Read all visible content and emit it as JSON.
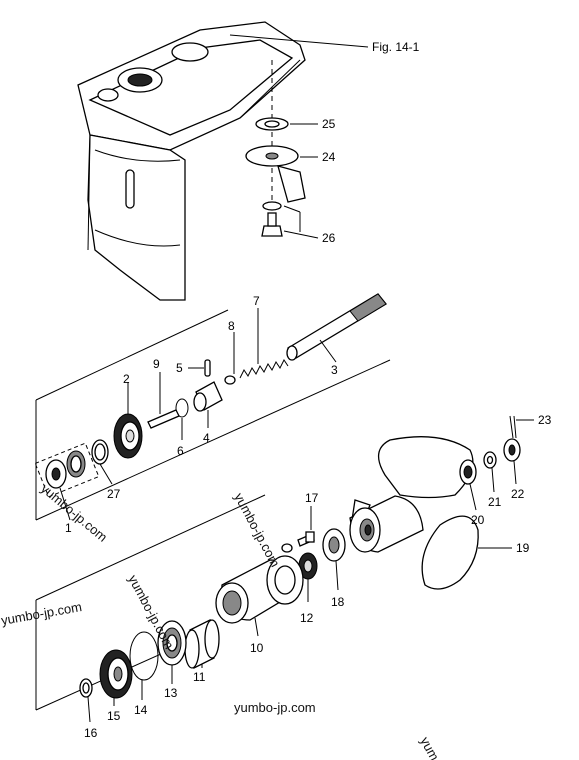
{
  "figure_ref": "Fig. 14-1",
  "callouts": {
    "c1": "1",
    "c2": "2",
    "c3": "3",
    "c4": "4",
    "c5": "5",
    "c6": "6",
    "c7": "7",
    "c8": "8",
    "c9": "9",
    "c10": "10",
    "c11": "11",
    "c12": "12",
    "c13": "13",
    "c14": "14",
    "c15": "15",
    "c16": "16",
    "c17": "17",
    "c18": "18",
    "c19": "19",
    "c20": "20",
    "c21": "21",
    "c22": "22",
    "c23": "23",
    "c24": "24",
    "c25": "25",
    "c26": "26",
    "c27": "27"
  },
  "watermarks": {
    "w1": "yumbo-jp.com",
    "w2": "yumbo-jp.com",
    "w3": "yumbo-jp.com",
    "w4": "yumbo-jp.com",
    "w5": "yumbo-jp.com",
    "w6": "yum"
  }
}
